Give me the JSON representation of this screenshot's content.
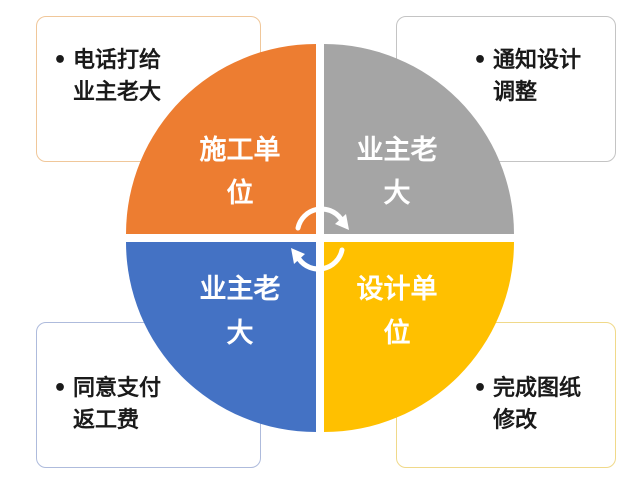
{
  "quadrants": {
    "top_left": {
      "line1": "施工单",
      "line2": "位",
      "color": "#ed7d31"
    },
    "top_right": {
      "line1": "业主老",
      "line2": "大",
      "color": "#a5a5a5"
    },
    "bottom_left": {
      "line1": "业主老",
      "line2": "大",
      "color": "#4472c4"
    },
    "bottom_right": {
      "line1": "设计单",
      "line2": "位",
      "color": "#ffc000"
    }
  },
  "notes": {
    "top_left": {
      "bullet": "•",
      "line1": "电话打给",
      "line2": "业主老大"
    },
    "top_right": {
      "bullet": "•",
      "line1": "通知设计",
      "line2": "调整"
    },
    "bottom_left": {
      "bullet": "•",
      "line1": "同意支付",
      "line2": "返工费"
    },
    "bottom_right": {
      "bullet": "•",
      "line1": "完成图纸",
      "line2": "修改"
    }
  },
  "cycle_icon": "circular-arrows-icon"
}
